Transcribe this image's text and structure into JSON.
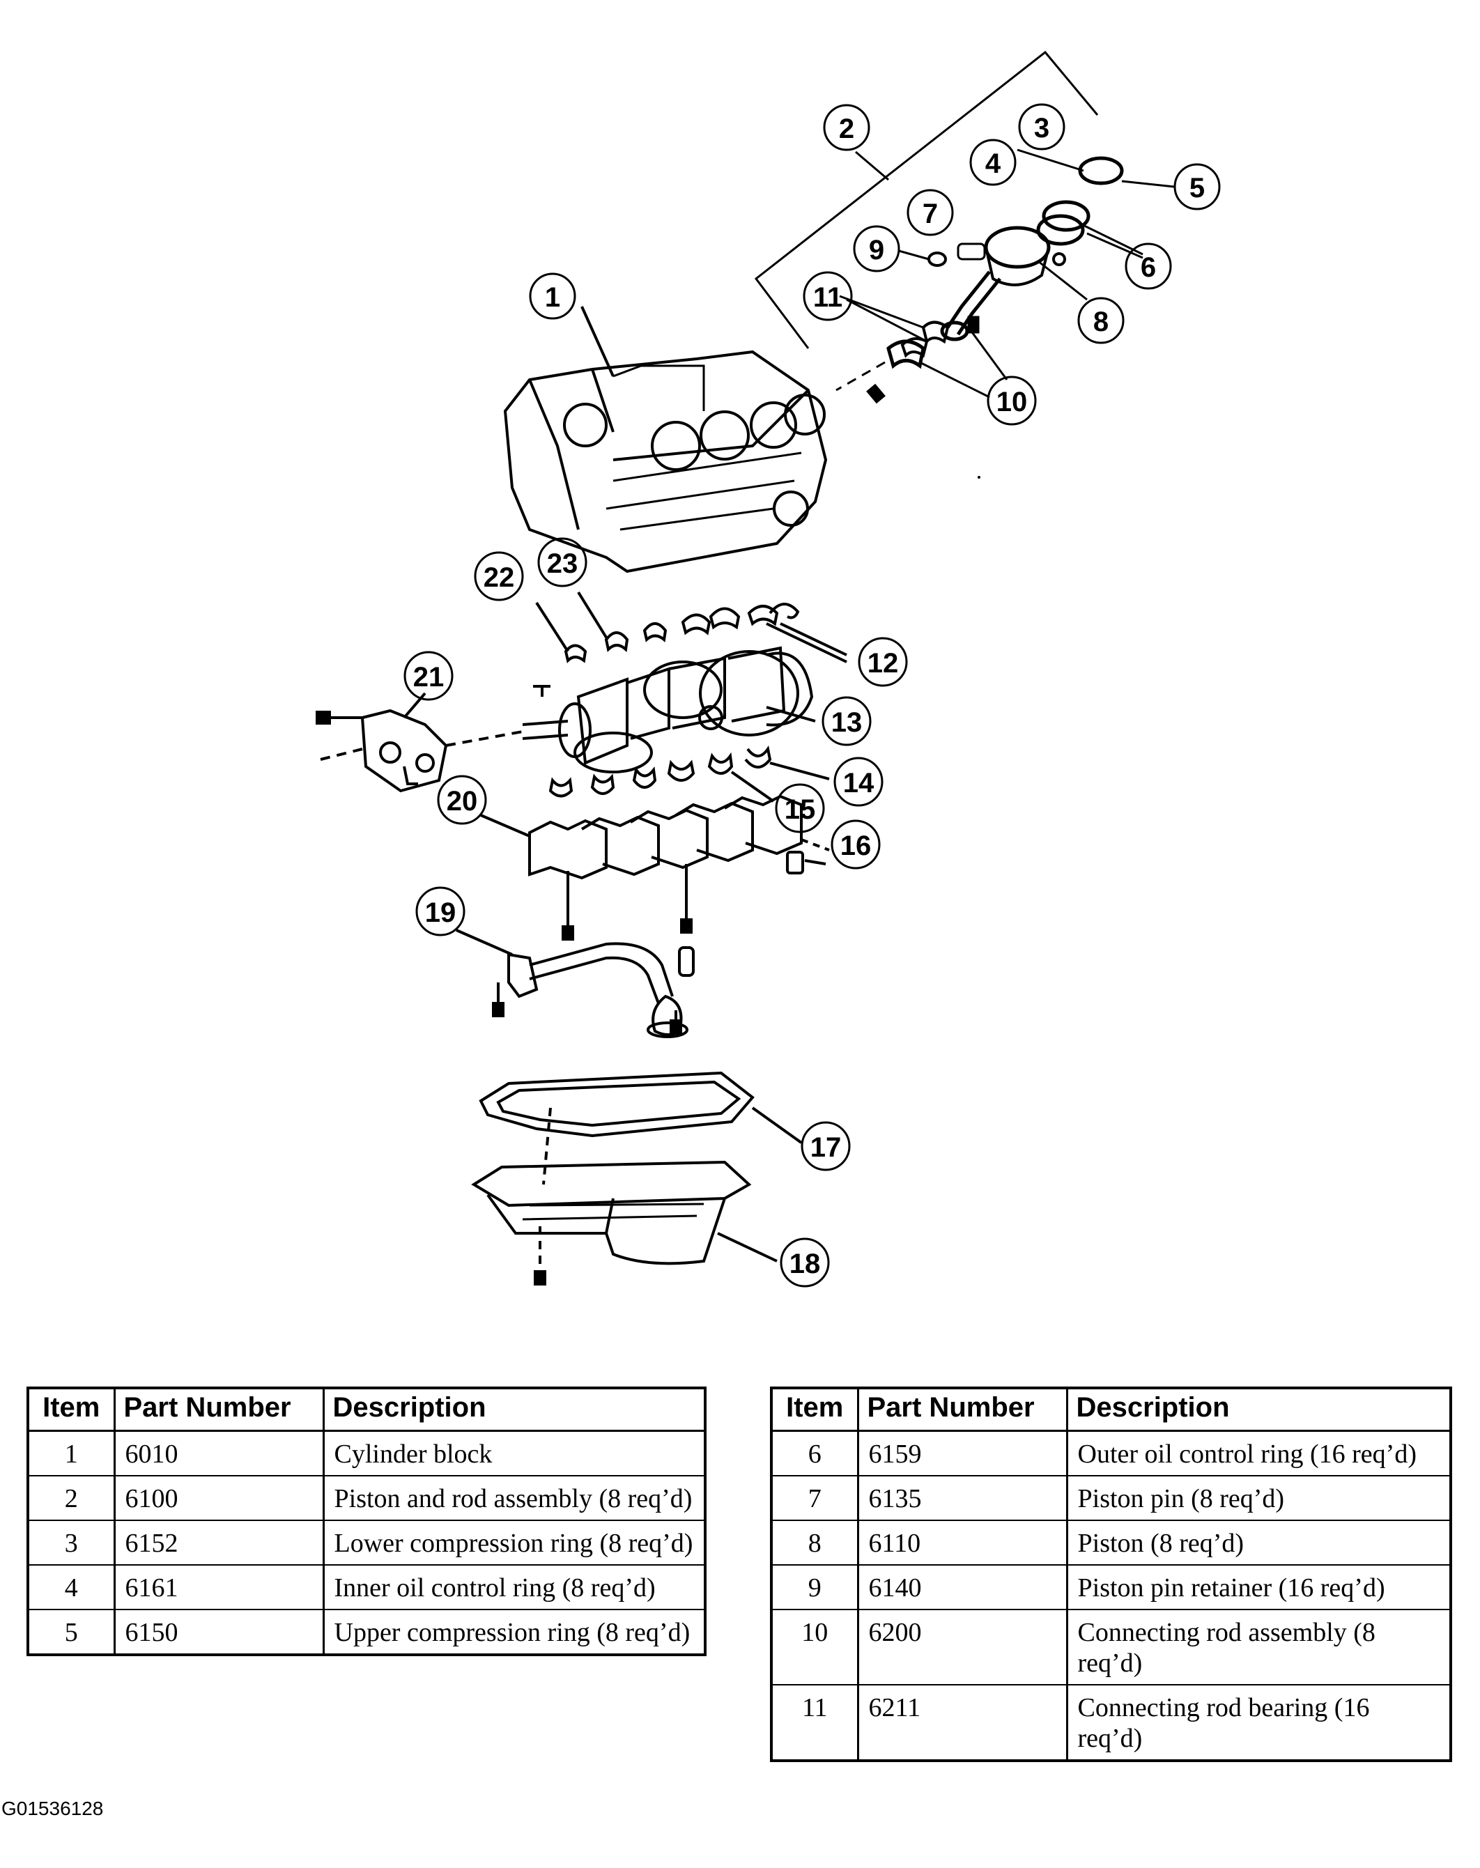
{
  "callouts": [
    "1",
    "2",
    "3",
    "4",
    "5",
    "6",
    "7",
    "8",
    "9",
    "10",
    "11",
    "12",
    "13",
    "14",
    "15",
    "16",
    "17",
    "18",
    "19",
    "20",
    "21",
    "22",
    "23"
  ],
  "table_headers": {
    "item": "Item",
    "part_number": "Part Number",
    "description": "Description"
  },
  "parts_left": [
    {
      "item": "1",
      "part": "6010",
      "desc": "Cylinder block"
    },
    {
      "item": "2",
      "part": "6100",
      "desc": "Piston and rod assembly (8 req’d)"
    },
    {
      "item": "3",
      "part": "6152",
      "desc": "Lower compression ring (8 req’d)"
    },
    {
      "item": "4",
      "part": "6161",
      "desc": "Inner oil control ring (8 req’d)"
    },
    {
      "item": "5",
      "part": "6150",
      "desc": "Upper compression ring (8 req’d)"
    }
  ],
  "parts_right": [
    {
      "item": "6",
      "part": "6159",
      "desc": "Outer oil control ring (16 req’d)"
    },
    {
      "item": "7",
      "part": "6135",
      "desc": "Piston pin (8 req’d)"
    },
    {
      "item": "8",
      "part": "6110",
      "desc": "Piston (8 req’d)"
    },
    {
      "item": "9",
      "part": "6140",
      "desc": "Piston pin retainer (16 req’d)"
    },
    {
      "item": "10",
      "part": "6200",
      "desc": "Connecting rod assembly (8 req’d)"
    },
    {
      "item": "11",
      "part": "6211",
      "desc": "Connecting rod bearing (16 req’d)"
    }
  ],
  "figure_id": "G01536128"
}
